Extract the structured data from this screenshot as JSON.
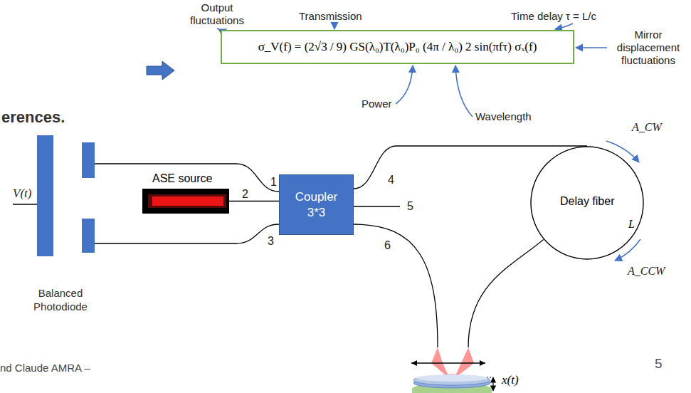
{
  "diagram": {
    "nodes": [
      {
        "text": [
          "σ_V(f) = (2√3 / 9) GS(λ₀)T(λ₀)P₀ (4π / λ₀) 2 sin(πfτ) σₓ(f)"
        ]
      },
      {
        "text": [
          "Balanced Photodiode"
        ]
      },
      {
        "text": [
          "ASE source"
        ]
      },
      {
        "text": [
          "Coupler 3*3"
        ]
      },
      {
        "text": [
          "Delay fiber",
          "L"
        ]
      },
      {
        "text": [
          "x(t)"
        ]
      }
    ],
    "edges": [
      {
        "from": 2,
        "to": 3,
        "arrow": "none"
      },
      {
        "from": 3,
        "to": 1,
        "arrow": "none"
      },
      {
        "from": 3,
        "to": 1,
        "arrow": "none"
      },
      {
        "from": 3,
        "to": 4,
        "arrow": "none"
      },
      {
        "from": 3,
        "to": 5,
        "arrow": "none"
      },
      {
        "from": 4,
        "to": 5,
        "arrow": "none"
      }
    ],
    "labels": [
      "Output fluctuations",
      "Transmission",
      "Time delay τ = L/c",
      "Mirror displacement fluctuations",
      "Power",
      "Wavelength",
      "erences.",
      "V(t)",
      "1",
      "2",
      "3",
      "4",
      "5",
      "6",
      "A_CW",
      "A_CCW",
      "nd Claude AMRA –",
      "5"
    ]
  }
}
